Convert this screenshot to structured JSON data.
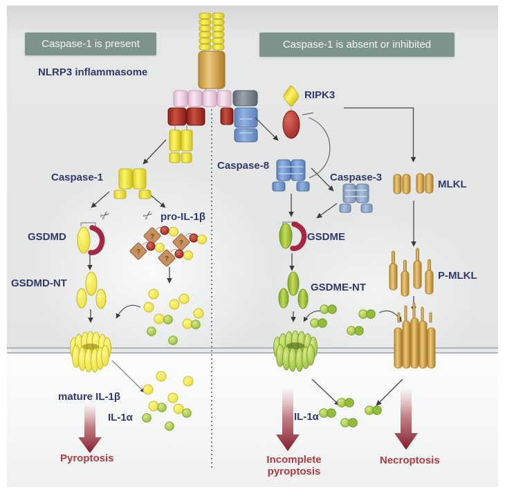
{
  "panels": {
    "left_header": "Caspase-1 is present",
    "right_header": "Caspase-1 is absent or inhibited"
  },
  "molecules": {
    "nlrp3": "NLRP3 inflammasome",
    "caspase1": "Caspase-1",
    "caspase8": "Caspase-8",
    "caspase3": "Caspase-3",
    "ripk3": "RIPK3",
    "mlkl": "MLKL",
    "pmlkl": "P-MLKL",
    "gsdmd": "GSDMD",
    "gsdmd_nt": "GSDMD-NT",
    "gsdme": "GSDME",
    "gsdme_nt": "GSDME-NT",
    "pro_il1b": "pro-IL-1β",
    "mature_il1b": "mature IL-1β",
    "il1a_left": "IL-1α",
    "il1a_right": "IL-1α"
  },
  "outcomes": {
    "pyroptosis": "Pyroptosis",
    "incomplete_line1": "Incomplete",
    "incomplete_line2": "pyroptosis",
    "necroptosis": "Necroptosis"
  },
  "icons": {
    "scissors": "✂",
    "unknown_domain_question": "?"
  },
  "colors": {
    "header_box": "#7e948a",
    "label_navy": "#32386b",
    "label_red": "#b13a3e",
    "yellow": "#f5ed45",
    "gold": "#d9a845",
    "blue": "#7b9dd4",
    "light_blue": "#93aacd",
    "green": "#a4c83f",
    "red": "#a8302c",
    "pink": "#f4dcea",
    "membrane_gray": "#b0b5b7"
  }
}
